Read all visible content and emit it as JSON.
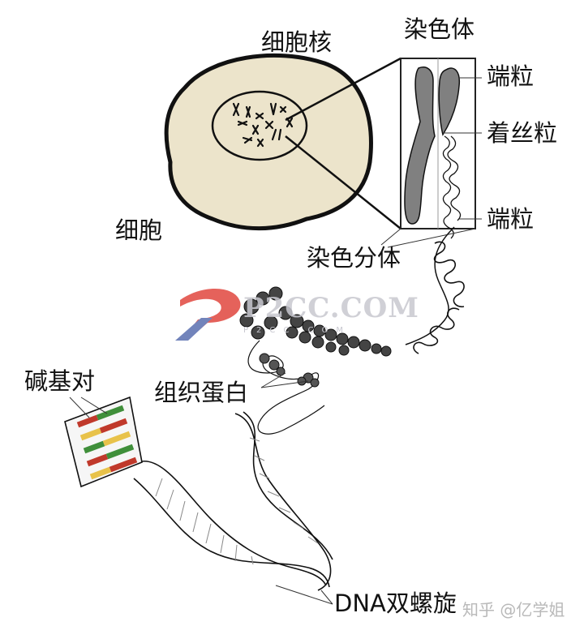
{
  "labels": {
    "nucleus": "细胞核",
    "chromosome": "染色体",
    "telomere_top": "端粒",
    "centromere": "着丝粒",
    "telomere_bottom": "端粒",
    "cell": "细胞",
    "chromatid": "染色分体",
    "base_pairs": "碱基对",
    "histone": "组织蛋白",
    "dna_helix": "DNA双螺旋"
  },
  "watermark": {
    "main": "P2CC.COM",
    "sub": "P2CC.COM"
  },
  "credit": "知乎 @亿学姐",
  "colors": {
    "cell_fill": "#ece4cb",
    "outline": "#111111",
    "chromosome": "#808080",
    "base_red": "#c0392b",
    "base_green": "#3f8f3a",
    "base_yellow": "#e8c24a",
    "logo_red": "#e0463e",
    "logo_blue": "#5a6fb0"
  }
}
